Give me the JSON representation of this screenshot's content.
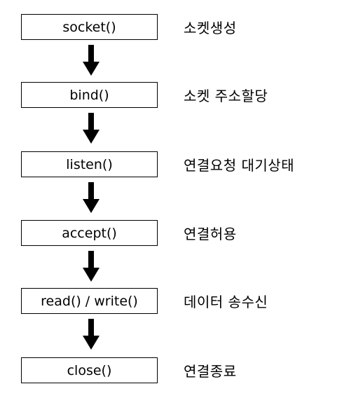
{
  "steps": [
    {
      "call": "socket()",
      "description": "소켓생성"
    },
    {
      "call": "bind()",
      "description": "소켓 주소할당"
    },
    {
      "call": "listen()",
      "description": "연결요청 대기상태"
    },
    {
      "call": "accept()",
      "description": "연결허용"
    },
    {
      "call": "read() / write()",
      "description": "데이터 송수신"
    },
    {
      "call": "close()",
      "description": "연결종료"
    }
  ],
  "colors": {
    "box_border": "#000000",
    "arrow": "#000000",
    "text": "#000000",
    "background": "#ffffff"
  },
  "icons": {
    "arrow": "arrow-down-icon"
  }
}
